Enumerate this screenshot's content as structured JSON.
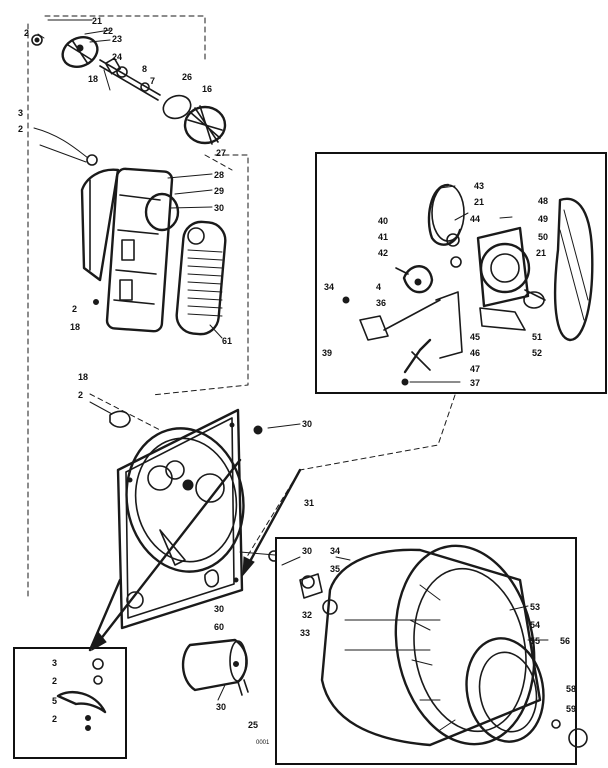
{
  "diagram": {
    "labels": {
      "l21a": "21",
      "l22": "22",
      "l23": "23",
      "l2a": "2",
      "l18a": "18",
      "l24": "24",
      "l8": "8",
      "l7": "7",
      "l26": "26",
      "l16": "16",
      "l27": "27",
      "l3": "3",
      "l2b": "2",
      "l28": "28",
      "l29": "29",
      "l30a": "30",
      "l2c": "2",
      "l18b": "18",
      "l61": "61",
      "l18c": "18",
      "l2d": "2",
      "l30b": "30",
      "l43": "43",
      "l21b": "21",
      "l44": "44",
      "l48": "48",
      "l49": "49",
      "l50": "50",
      "l40": "40",
      "l41": "41",
      "l42": "42",
      "l21c": "21",
      "l34a": "34",
      "l4": "4",
      "l36": "36",
      "l39": "39",
      "l45": "45",
      "l51": "51",
      "l52": "52",
      "l46": "46",
      "l47": "47",
      "l37": "37",
      "l31": "31",
      "l30c": "30",
      "l34b": "34",
      "l35": "35",
      "l32": "32",
      "l33": "33",
      "l30d": "30",
      "l60": "60",
      "l53": "53",
      "l54": "54",
      "l55": "55",
      "l56": "56",
      "l58": "58",
      "l59": "59",
      "l3b": "3",
      "l2e": "2",
      "l5": "5",
      "l2f": "2",
      "l30e": "30",
      "l25": "25"
    },
    "footer_code": "0001"
  }
}
